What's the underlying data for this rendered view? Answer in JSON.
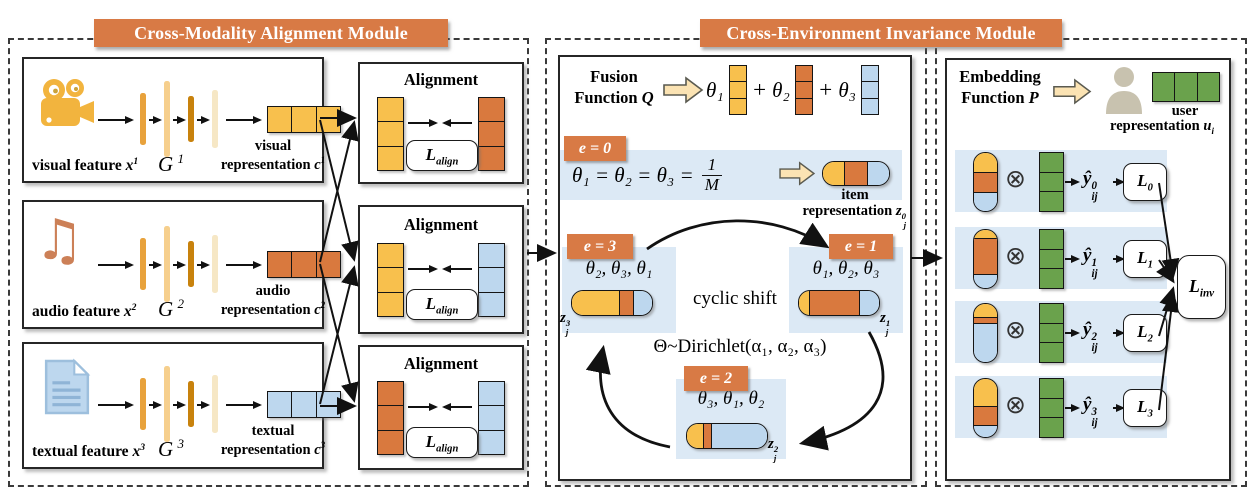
{
  "colors": {
    "header_bg": "#D87A45",
    "yellow": "#F8C04D",
    "orange": "#D9793E",
    "blue": "#BDD7EE",
    "green": "#6AA24C",
    "band": "#DCE9F5",
    "arrow_fill": "#FBE3B3",
    "person": "#C8C2AF",
    "net_bars": [
      "#E8A23C",
      "#F6CF8D",
      "#C8820D",
      "#F6E7C5"
    ]
  },
  "left": {
    "title": "Cross-Modality Alignment Module",
    "features": [
      {
        "icon": "video-camera-icon",
        "caption": "visual feature ",
        "var": "x",
        "sup": "1",
        "net": "G",
        "net_sup": "1",
        "rep1": "visual",
        "rep2": "representation ",
        "rep_var": "c",
        "rep_sup": "1",
        "color": "#F8C04D"
      },
      {
        "icon": "music-note-icon",
        "caption": "audio feature ",
        "var": "x",
        "sup": "2",
        "net": "G",
        "net_sup": "2",
        "rep1": "audio",
        "rep2": "representation ",
        "rep_var": "c",
        "rep_sup": "2",
        "color": "#D9793E"
      },
      {
        "icon": "document-icon",
        "caption": "textual feature ",
        "var": "x",
        "sup": "3",
        "net": "G",
        "net_sup": "3",
        "rep1": "textual",
        "rep2": "representation ",
        "rep_var": "c",
        "rep_sup": "3",
        "color": "#BDD7EE"
      }
    ],
    "alignments": [
      {
        "title": "Alignment",
        "loss_base": "L",
        "loss_sub": "align",
        "left_color": "#F8C04D",
        "right_color": "#D9793E"
      },
      {
        "title": "Alignment",
        "loss_base": "L",
        "loss_sub": "align",
        "left_color": "#F8C04D",
        "right_color": "#BDD7EE"
      },
      {
        "title": "Alignment",
        "loss_base": "L",
        "loss_sub": "align",
        "left_color": "#D9793E",
        "right_color": "#BDD7EE"
      }
    ]
  },
  "middle": {
    "title": "Cross-Environment Invariance Module",
    "fusion_line1": "Fusion",
    "fusion_line2": "Function ",
    "fusion_symbol": "Q",
    "plus": "+",
    "theta1": "θ₁",
    "theta2": "θ₂",
    "theta3": "θ₃",
    "e0": {
      "badge": "e = 0",
      "equation": "θ₁ = θ₂ = θ₃ =",
      "frac_num": "1",
      "frac_den": "M",
      "caption1": "item",
      "caption2": "representation ",
      "z_base": "z",
      "z_sup": "0",
      "z_sub": "j",
      "pill": [
        {
          "c": "#F8C04D",
          "f": 1
        },
        {
          "c": "#D9793E",
          "f": 1
        },
        {
          "c": "#BDD7EE",
          "f": 1
        }
      ]
    },
    "env1": {
      "badge": "e = 1",
      "thetas": "θ₁, θ₂, θ₃",
      "z_base": "z",
      "z_sup": "1",
      "z_sub": "j",
      "pill": [
        {
          "c": "#F8C04D",
          "f": 0.13
        },
        {
          "c": "#D9793E",
          "f": 0.63
        },
        {
          "c": "#BDD7EE",
          "f": 0.24
        }
      ]
    },
    "env2": {
      "badge": "e = 2",
      "thetas": "θ₃, θ₁, θ₂",
      "z_base": "z",
      "z_sup": "2",
      "z_sub": "j",
      "pill": [
        {
          "c": "#F8C04D",
          "f": 0.2
        },
        {
          "c": "#D9793E",
          "f": 0.1
        },
        {
          "c": "#BDD7EE",
          "f": 0.7
        }
      ]
    },
    "env3": {
      "badge": "e = 3",
      "thetas": "θ₂, θ₃, θ₁",
      "z_base": "z",
      "z_sup": "3",
      "z_sub": "j",
      "pill": [
        {
          "c": "#F8C04D",
          "f": 0.6
        },
        {
          "c": "#D9793E",
          "f": 0.17
        },
        {
          "c": "#BDD7EE",
          "f": 0.23
        }
      ]
    },
    "cyclic_label": "cyclic shift",
    "dirichlet": "Θ~Dirichlet(α₁, α₂, α₃)"
  },
  "right": {
    "embed_line1": "Embedding",
    "embed_line2": "Function ",
    "embed_symbol": "P",
    "user_caption1": "user",
    "user_caption2": "representation ",
    "user_var": "u",
    "user_sub": "i",
    "otimes": "⊗",
    "rows": [
      {
        "y_base": "ŷ",
        "y_sup": "0",
        "y_sub": "ij",
        "loss_base": "L",
        "loss_sub": "0",
        "pill": [
          {
            "c": "#F8C04D",
            "f": 0.34
          },
          {
            "c": "#D9793E",
            "f": 0.33
          },
          {
            "c": "#BDD7EE",
            "f": 0.33
          }
        ]
      },
      {
        "y_base": "ŷ",
        "y_sup": "1",
        "y_sub": "ij",
        "loss_base": "L",
        "loss_sub": "1",
        "pill": [
          {
            "c": "#F8C04D",
            "f": 0.14
          },
          {
            "c": "#D9793E",
            "f": 0.62
          },
          {
            "c": "#BDD7EE",
            "f": 0.24
          }
        ]
      },
      {
        "y_base": "ŷ",
        "y_sup": "2",
        "y_sub": "ij",
        "loss_base": "L",
        "loss_sub": "2",
        "pill": [
          {
            "c": "#F8C04D",
            "f": 0.24
          },
          {
            "c": "#D9793E",
            "f": 0.09
          },
          {
            "c": "#BDD7EE",
            "f": 0.67
          }
        ]
      },
      {
        "y_base": "ŷ",
        "y_sup": "3",
        "y_sub": "ij",
        "loss_base": "L",
        "loss_sub": "3",
        "pill": [
          {
            "c": "#F8C04D",
            "f": 0.48
          },
          {
            "c": "#D9793E",
            "f": 0.32
          },
          {
            "c": "#BDD7EE",
            "f": 0.2
          }
        ]
      }
    ],
    "loss_inv_base": "L",
    "loss_inv_sub": "inv"
  }
}
